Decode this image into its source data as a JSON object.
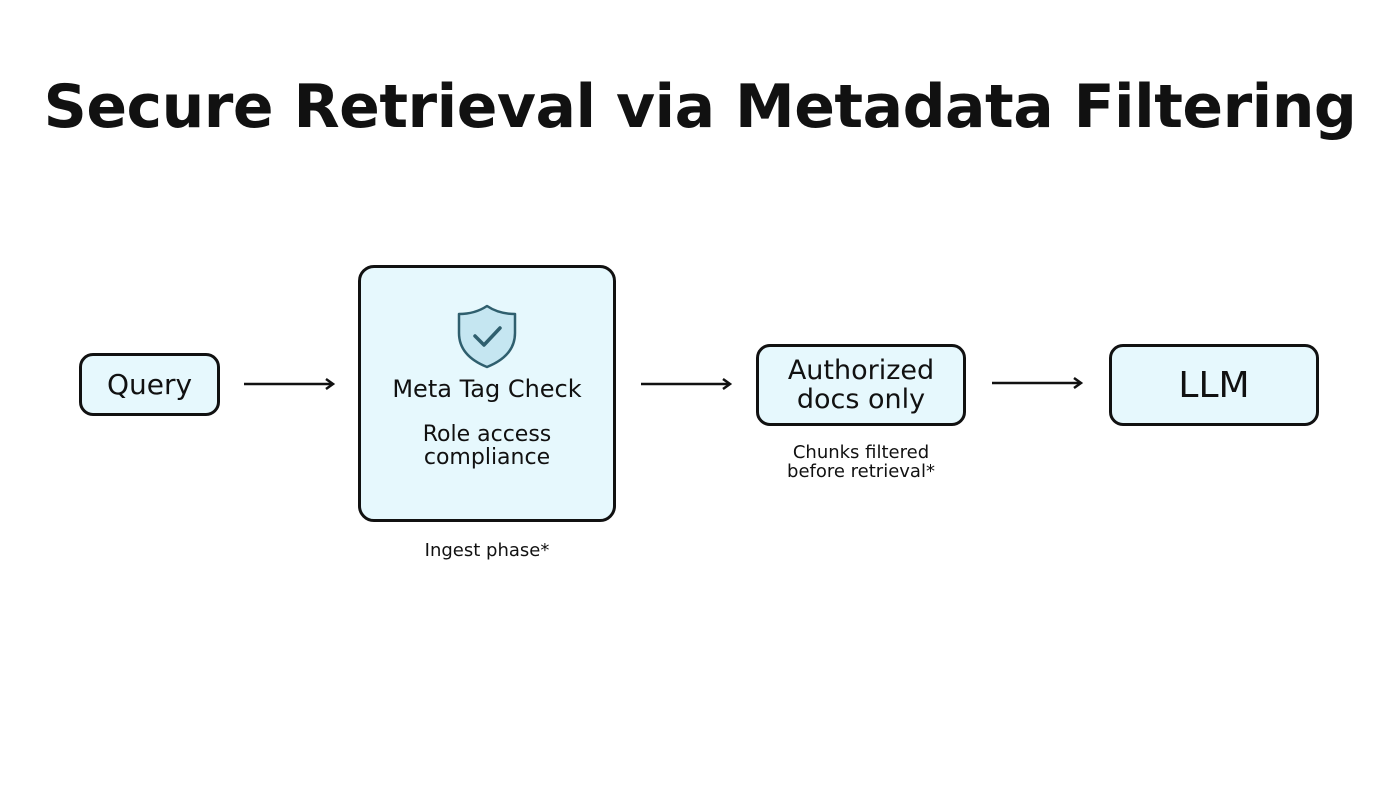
{
  "title": "Secure Retrieval via Metadata Filtering",
  "nodes": {
    "query": {
      "label": "Query"
    },
    "meta_check": {
      "icon": "shield-check-icon",
      "title": "Meta Tag Check",
      "subtitle": "Role access compliance",
      "caption": "Ingest phase*"
    },
    "authorized": {
      "label": "Authorized docs only",
      "caption": "Chunks filtered before retrieval*"
    },
    "llm": {
      "label": "LLM"
    }
  },
  "colors": {
    "node_fill": "#e6f8fd",
    "node_border": "#111111",
    "shield_fill": "#c5e6f1",
    "shield_stroke": "#2f5f6e"
  }
}
